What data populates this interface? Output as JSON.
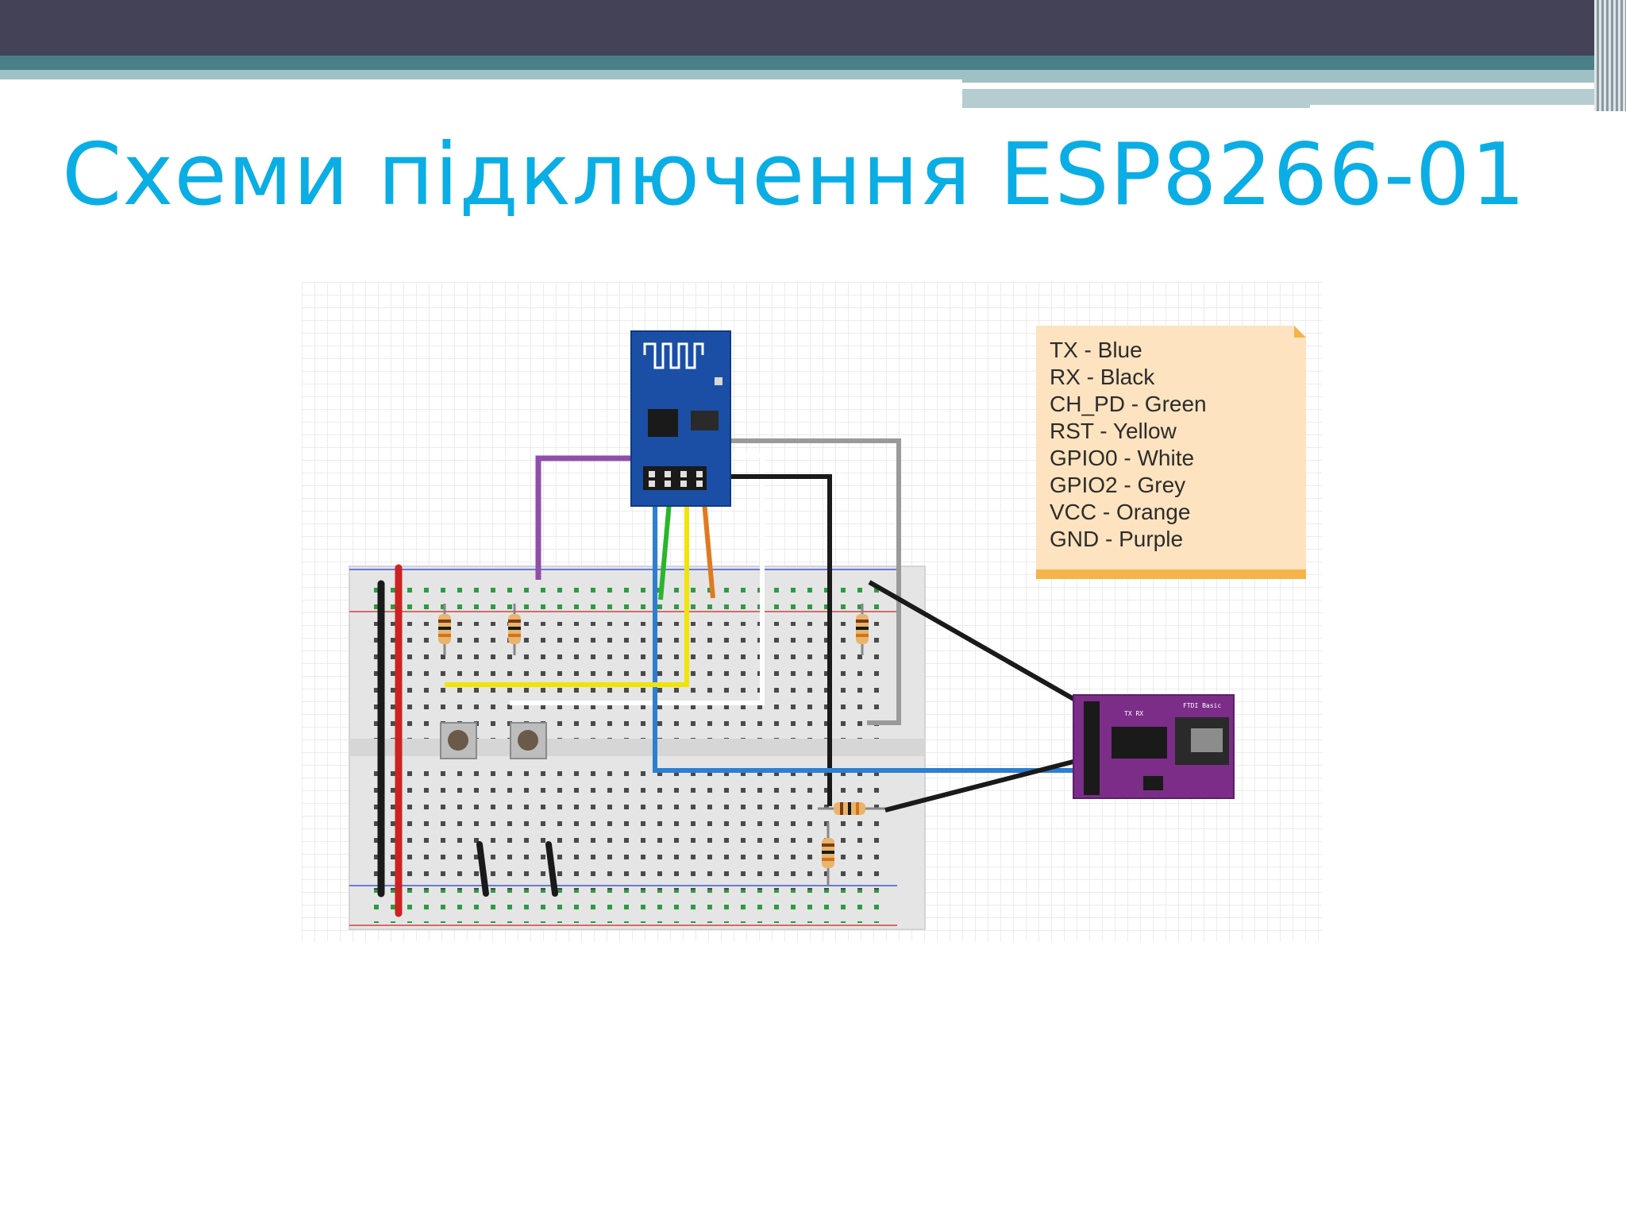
{
  "slide": {
    "title": "Схеми підключення ESP8266-01"
  },
  "legend": {
    "items": [
      "TX - Blue",
      "RX - Black",
      "CH_PD - Green",
      "RST - Yellow",
      "GPIO0 - White",
      "GPIO2 - Grey",
      "VCC - Orange",
      "GND - Purple"
    ]
  },
  "ftdi": {
    "label": "FTDI Basic",
    "pins_label": "TX RX"
  },
  "colors": {
    "title": "#0aaee4",
    "tx": "#2e7fd0",
    "rx": "#1a1a1a",
    "ch_pd": "#2bb52b",
    "rst": "#f2e400",
    "gpio0": "#ffffff",
    "gpio2": "#9a9a9a",
    "vcc": "#e07a1f",
    "gnd": "#8e4fa8",
    "esp_board": "#1b4fa5",
    "ftdi_board": "#7b2d88",
    "legend_bg": "#fde3bf"
  }
}
